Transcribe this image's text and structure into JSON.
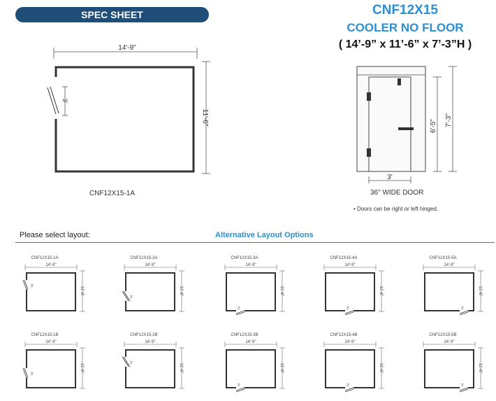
{
  "header": {
    "spec_sheet": "SPEC SHEET",
    "model": "CNF12X15",
    "subtitle": "COOLER NO FLOOR",
    "dimensions": "( 14’-9” x 11’-6” x 7’-3”H )"
  },
  "main_plan": {
    "width_label": "14'-9\"",
    "depth_label": "11'-6\"",
    "door_width": "3'",
    "caption": "CNF12X15-1A"
  },
  "door": {
    "width_label": "3'",
    "door_height": "6'-5\"",
    "total_height": "7'-3\"",
    "caption": "36\" WIDE DOOR",
    "note": "Doors can be right or left hinged."
  },
  "layout_section": {
    "select_label": "Please select layout:",
    "alt_label": "Alternative Layout Options"
  },
  "layouts": [
    {
      "name": "CNF12X15-1A",
      "width": "14'-9\"",
      "depth": "11'-6\"",
      "door": "3'"
    },
    {
      "name": "CNF12X15-2A",
      "width": "14'-9\"",
      "depth": "11'-6\"",
      "door": "3'"
    },
    {
      "name": "CNF12X15-3A",
      "width": "14'-9\"",
      "depth": "11'-6\"",
      "door": "3'"
    },
    {
      "name": "CNF12X15-4A",
      "width": "14'-9\"",
      "depth": "11'-6\"",
      "door": "3'"
    },
    {
      "name": "CNF12X15-5A",
      "width": "14'-9\"",
      "depth": "11'-6\"",
      "door": "3'"
    },
    {
      "name": "CNF12X15-1B",
      "width": "14'-9\"",
      "depth": "11'-6\"",
      "door": "3'"
    },
    {
      "name": "CNF12X15-2B",
      "width": "14'-9\"",
      "depth": "11'-6\"",
      "door": "3'"
    },
    {
      "name": "CNF12X15-3B",
      "width": "14'-9\"",
      "depth": "11'-6\"",
      "door": "3'"
    },
    {
      "name": "CNF12X15-4B",
      "width": "14'-9\"",
      "depth": "11'-6\"",
      "door": "3'"
    },
    {
      "name": "CNF12X15-5B",
      "width": "14'-9\"",
      "depth": "11'-6\"",
      "door": "3'"
    }
  ]
}
